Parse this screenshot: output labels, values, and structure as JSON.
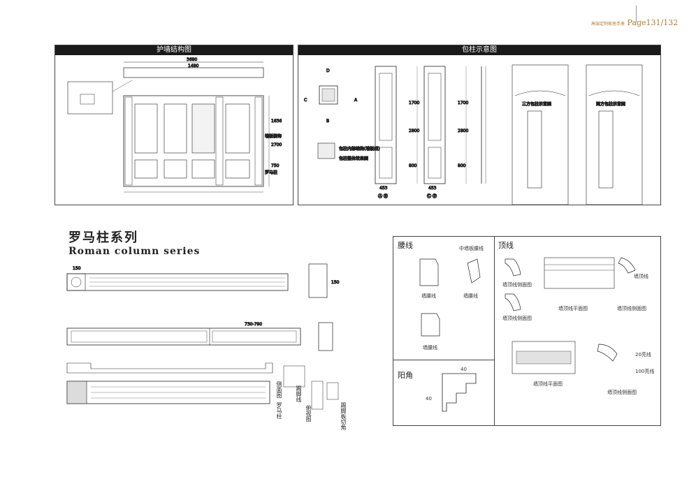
{
  "header": {
    "brand": "高端定制家居手册",
    "page": "Page131/132"
  },
  "panels": {
    "wall": {
      "title": "护墙结构图",
      "labels": {
        "total": "3680",
        "mid": "1480",
        "panel_label": "墙板装饰",
        "column_label": "罗马柱",
        "h1": "1636",
        "h2": "2700",
        "h3": "750"
      }
    },
    "column": {
      "title": "包柱示意图",
      "labels": {
        "d": "D",
        "c": "C",
        "a": "A",
        "b": "B",
        "w1": "453",
        "w2": "453",
        "ab": "Ⓐ Ⓑ",
        "cd": "Ⓒ Ⓓ",
        "h": "2800",
        "h2": "1700",
        "h3": "800",
        "note1": "包柱内部结构(墙板线)",
        "note2": "包柱整体效果图",
        "detail1": "三方包柱示意图",
        "detail2": "两方包柱示意图"
      }
    }
  },
  "roman": {
    "title_cn": "罗马柱系列",
    "title_en": "Roman column series",
    "labels": {
      "d1": "150",
      "d2": "730-790",
      "dim1": "150",
      "side": "侧面图",
      "column": "罗马柱",
      "baseboard": "踢脚线",
      "top_view": "俯视图",
      "cut_corner": "踢脚板切角"
    }
  },
  "mouldings": {
    "waist": {
      "title": "腰线",
      "items": [
        "墙腰线",
        "中墙板腰线",
        "墙腰线",
        "墙腰线"
      ]
    },
    "top": {
      "title": "顶线",
      "items": [
        "墙顶线侧面图",
        "墙顶线平面图",
        "墙顶线",
        "墙顶线侧面图",
        "墙顶线侧面图",
        "墙顶线平面图",
        "墙顶线侧面图",
        "20亮线",
        "100亮线"
      ]
    },
    "corner": {
      "title": "阳角",
      "dim_h": "40",
      "dim_v": "40"
    }
  }
}
